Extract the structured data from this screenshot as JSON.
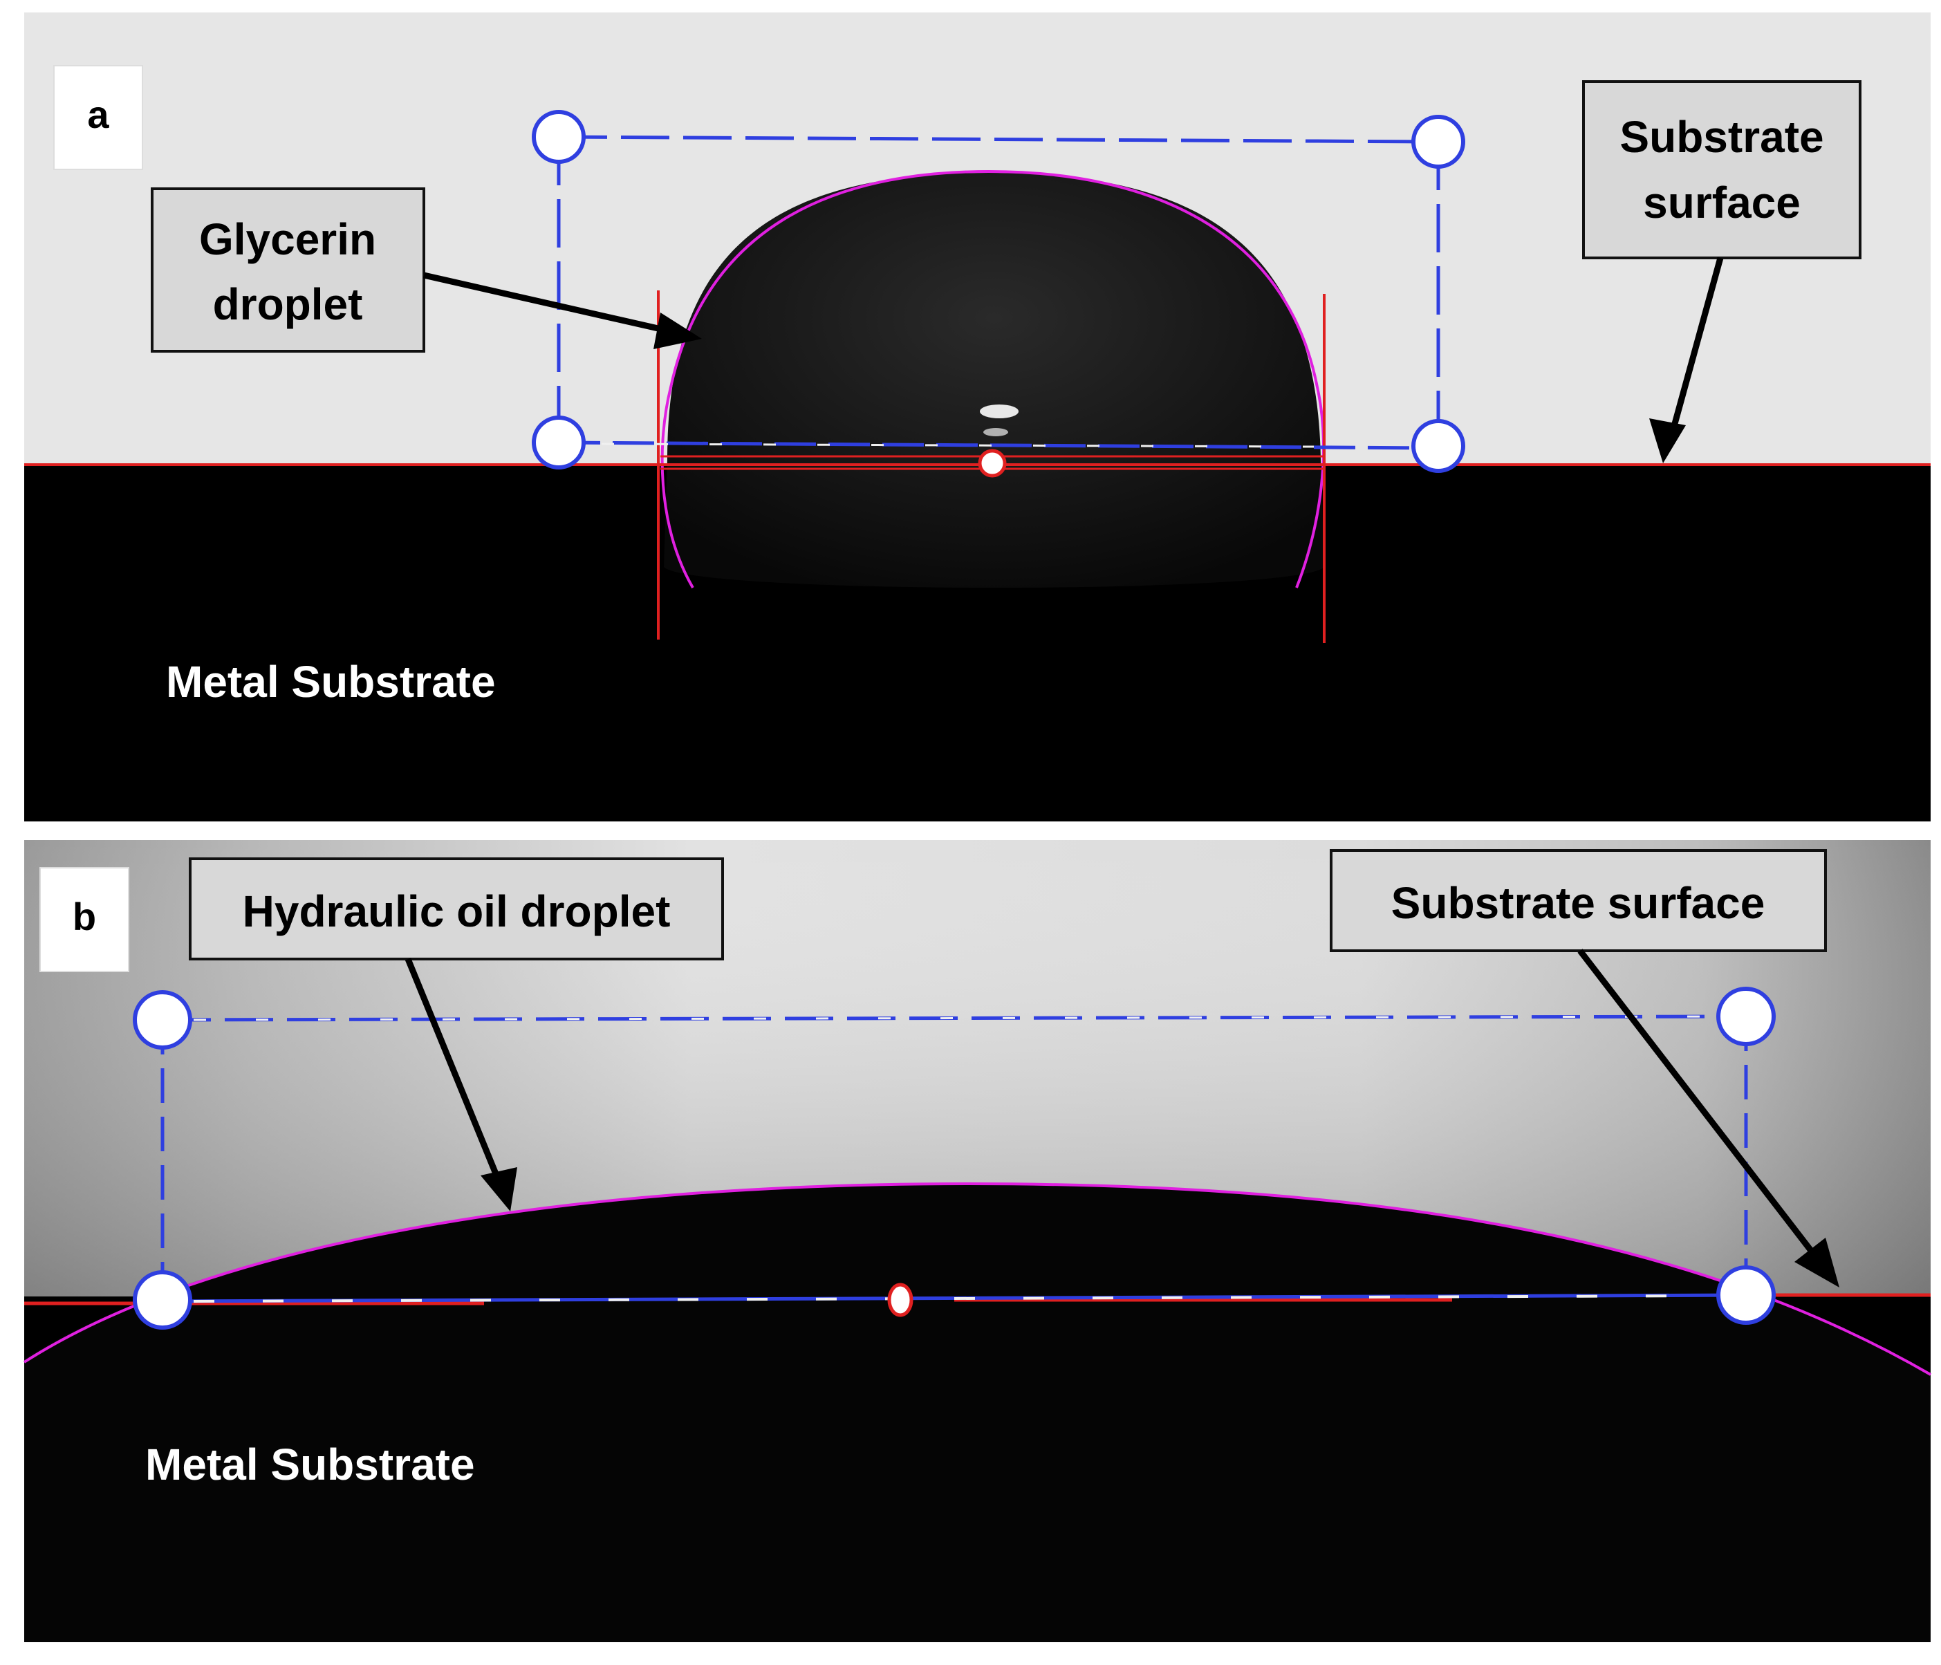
{
  "panels": {
    "a": {
      "letter": "a",
      "droplet_label_line1": "Glycerin",
      "droplet_label_line2": "droplet",
      "surface_label_line1": "Substrate",
      "surface_label_line2": "surface",
      "substrate_label": "Metal Substrate"
    },
    "b": {
      "letter": "b",
      "droplet_label": "Hydraulic oil droplet",
      "surface_label": "Substrate surface",
      "substrate_label": "Metal Substrate"
    }
  },
  "colors": {
    "fit_curve": "#e020e0",
    "baseline": "#e02020",
    "handle": "#2f3fe0",
    "background_light": "#e6e6e6",
    "substrate": "#000000"
  }
}
